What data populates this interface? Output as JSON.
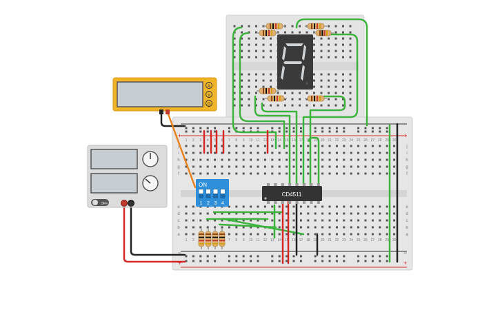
{
  "multimeter": {
    "display": "",
    "modes": [
      "A",
      "V",
      "Ω"
    ]
  },
  "power_supply": {
    "switch_label": "OFF",
    "voltage_display": "",
    "current_display": ""
  },
  "dip_switch": {
    "on_label": "ON",
    "numbers": [
      "1",
      "2",
      "3",
      "4"
    ]
  },
  "ic": {
    "label": "CD4511"
  },
  "breadboard_main": {
    "row_letters_top": [
      "j",
      "i",
      "h",
      "g",
      "f"
    ],
    "row_letters_bottom": [
      "e",
      "d",
      "c",
      "b",
      "a"
    ],
    "rail_plus": "+",
    "rail_minus": "−",
    "column_numbers": [
      "1",
      "2",
      "3",
      "4",
      "5",
      "6",
      "7",
      "8",
      "9",
      "10",
      "11",
      "12",
      "13",
      "14",
      "15",
      "16",
      "17",
      "18",
      "19",
      "20",
      "21",
      "22",
      "23",
      "24",
      "25",
      "26",
      "27",
      "28",
      "29",
      "30"
    ]
  },
  "colors": {
    "wire_green": "#3db33d",
    "wire_red": "#d62828",
    "wire_black": "#222222",
    "wire_orange": "#e8821e",
    "multimeter_body": "#f0b429",
    "dip_body": "#2f8fd8",
    "breadboard": "#e6e6e6",
    "display_body": "#3a3a3a",
    "segment_lit": "#cfd3d6"
  }
}
